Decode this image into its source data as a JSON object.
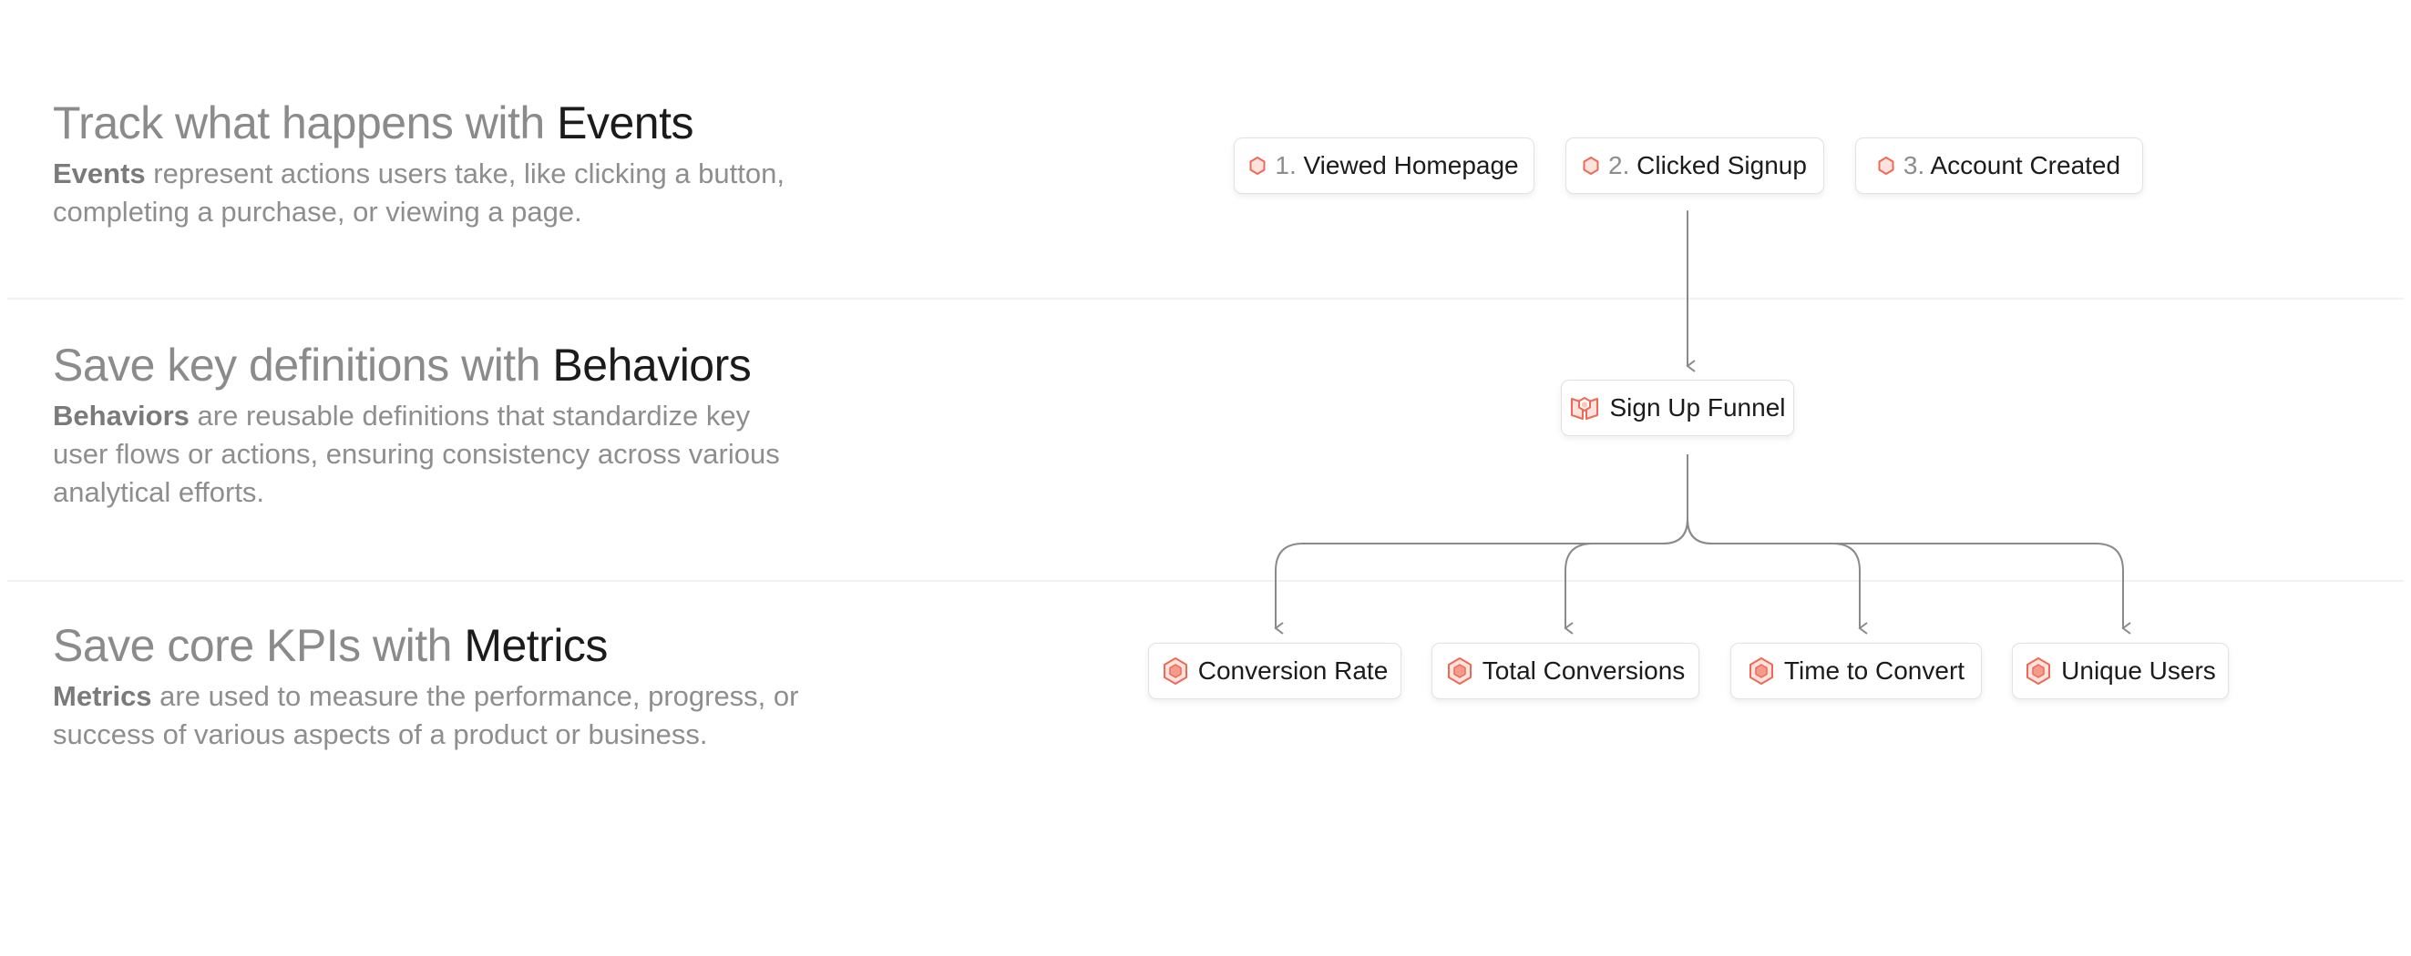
{
  "sections": [
    {
      "title_prefix": "Track what happens with",
      "title_strong": "Events",
      "lead": "Events",
      "body": "represent actions users take, like clicking a button, completing a purchase, or viewing a page."
    },
    {
      "title_prefix": "Save key definitions with",
      "title_strong": "Behaviors",
      "lead": "Behaviors",
      "body": "are reusable definitions that standardize key user flows or actions, ensuring consistency across various analytical efforts."
    },
    {
      "title_prefix": "Save core KPIs with",
      "title_strong": "Metrics",
      "lead": "Metrics",
      "body": "are used to measure the performance, progress, or success of various aspects of a product or business."
    }
  ],
  "events": [
    {
      "num": "1.",
      "label": "Viewed Homepage",
      "icon": "event-hexagon-icon"
    },
    {
      "num": "2.",
      "label": "Clicked Signup",
      "icon": "event-hexagon-icon"
    },
    {
      "num": "3.",
      "label": "Account Created",
      "icon": "event-hexagon-icon"
    }
  ],
  "behavior": {
    "label": "Sign Up Funnel",
    "icon": "behavior-book-icon"
  },
  "metrics": [
    {
      "label": "Conversion Rate",
      "icon": "metric-hexagon-icon"
    },
    {
      "label": "Total Conversions",
      "icon": "metric-hexagon-icon"
    },
    {
      "label": "Time to Convert",
      "icon": "metric-hexagon-icon"
    },
    {
      "label": "Unique Users",
      "icon": "metric-hexagon-icon"
    }
  ],
  "colors": {
    "accent": "#ee6a57",
    "accent_fill": "#fde3de",
    "connector": "#8a8a8a",
    "heading_muted": "#8b8b8b",
    "heading_strong": "#1b1b1b"
  }
}
